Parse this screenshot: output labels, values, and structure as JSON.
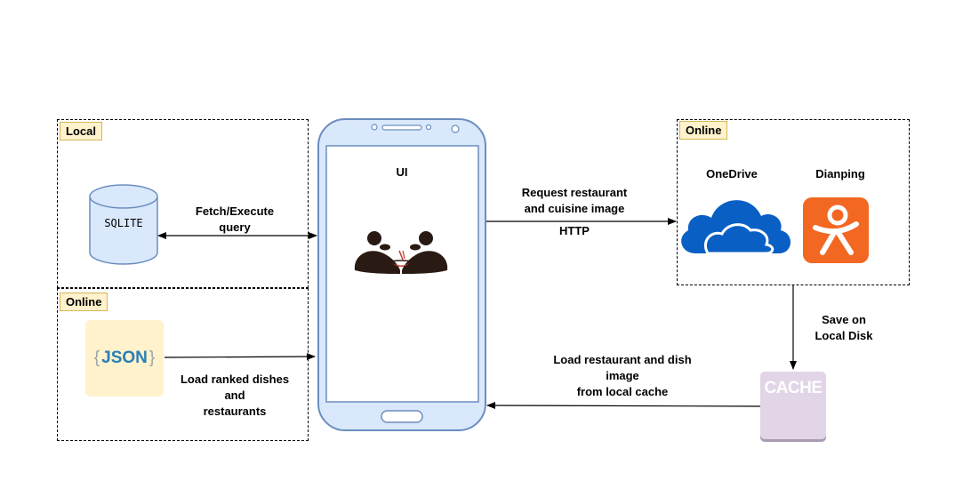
{
  "groups": {
    "local": "Local",
    "online_left": "Online",
    "online_right": "Online"
  },
  "sqlite": {
    "label": "SQLITE"
  },
  "json_icon": {
    "open": "{",
    "text": "JSON",
    "close": "}"
  },
  "phone": {
    "screen_title": "UI"
  },
  "services": {
    "onedrive": "OneDrive",
    "dianping": "Dianping"
  },
  "cache": {
    "label": "CACHE"
  },
  "edges": {
    "fetch_line1": "Fetch/Execute",
    "fetch_line2": "query",
    "json_line1": "Load ranked dishes",
    "json_line2": "and",
    "json_line3": "restaurants",
    "request_line1": "Request restaurant",
    "request_line2": "and cuisine image",
    "http": "HTTP",
    "save_line1": "Save on",
    "save_line2": "Local Disk",
    "load_line1": "Load restaurant and dish",
    "load_line2": "image",
    "load_line3": "from local cache"
  },
  "colors": {
    "tag_fill": "#fff2cc",
    "tag_border": "#d6b656",
    "sqlite_fill": "#dae8fc",
    "sqlite_stroke": "#6c8ebf",
    "phone_fill": "#dae8fc",
    "phone_stroke": "#6c8ebf",
    "cache_fill": "#e1d5e7",
    "json_fill": "#fff2cc",
    "onedrive_blue": "#0a5fc4",
    "dianping_orange": "#f26822"
  }
}
